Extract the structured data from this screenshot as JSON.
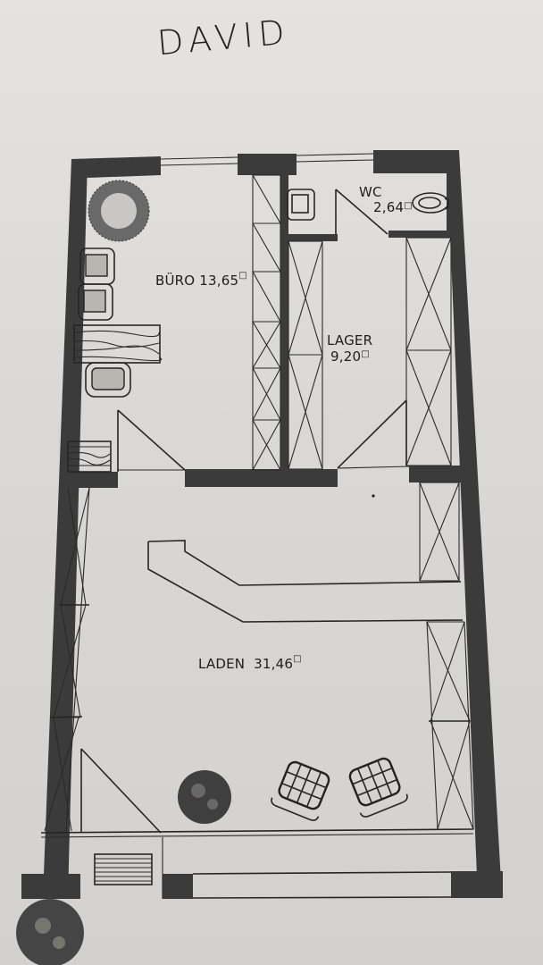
{
  "annotation": {
    "handwritten_name": "DAVID"
  },
  "rooms": [
    {
      "id": "buero",
      "name": "BÜRO",
      "area": "13,65",
      "unit": "□"
    },
    {
      "id": "wc",
      "name": "WC",
      "area": "2,64",
      "unit": "□"
    },
    {
      "id": "lager",
      "name": "LAGER",
      "area": "9,20",
      "unit": "□"
    },
    {
      "id": "laden",
      "name": "LADEN",
      "area": "31,46",
      "unit": "□"
    }
  ],
  "colors": {
    "paper": "#dcdad6",
    "wall": "#3b3b3b",
    "line": "#262626"
  },
  "fixtures": [
    "plant-round",
    "chair",
    "chair",
    "desk",
    "chair",
    "side-shelf",
    "sink",
    "toilet",
    "shelving",
    "sales-counter",
    "plant",
    "armchair",
    "armchair",
    "radiator",
    "door-swing",
    "outdoor-plant"
  ]
}
